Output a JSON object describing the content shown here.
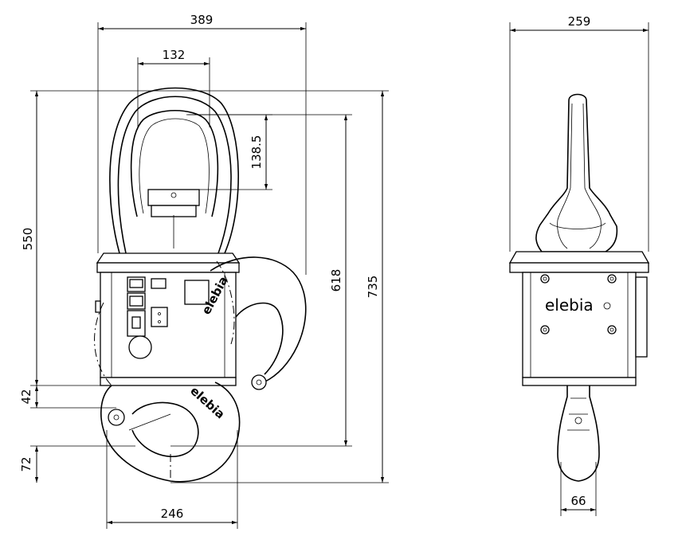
{
  "dimensions": {
    "front_width": "389",
    "eye_inner_width": "132",
    "eye_inner_height": "138.5",
    "shackle_height": "550",
    "hook_height": "618",
    "overall_height": "735",
    "side_width": "259",
    "hook_offset": "42",
    "hook_bottom": "72",
    "hook_width": "246",
    "hook_throat_side": "66"
  },
  "brand": {
    "name_front": "elebia",
    "name_side": "elebia",
    "name_hook": "elebia"
  }
}
